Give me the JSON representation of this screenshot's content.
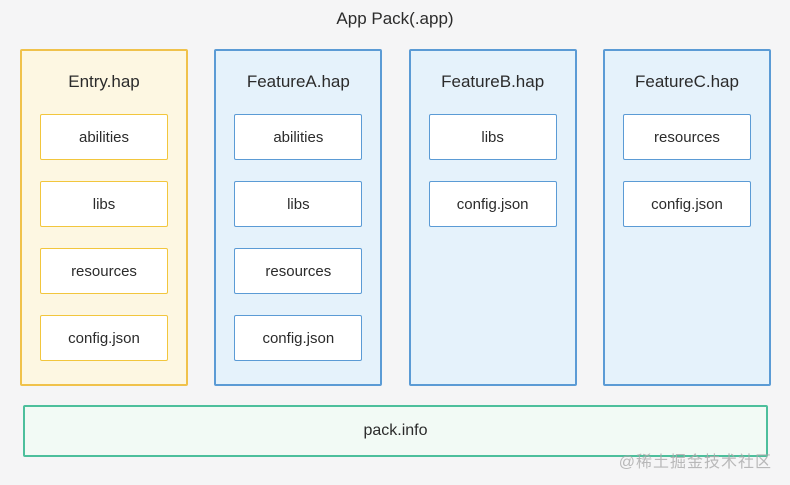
{
  "title": "App Pack(.app)",
  "modules": [
    {
      "name": "Entry.hap",
      "type": "entry",
      "items": [
        "abilities",
        "libs",
        "resources",
        "config.json"
      ]
    },
    {
      "name": "FeatureA.hap",
      "type": "feature",
      "items": [
        "abilities",
        "libs",
        "resources",
        "config.json"
      ]
    },
    {
      "name": "FeatureB.hap",
      "type": "feature",
      "items": [
        "libs",
        "config.json"
      ]
    },
    {
      "name": "FeatureC.hap",
      "type": "feature",
      "items": [
        "resources",
        "config.json"
      ]
    }
  ],
  "footer": {
    "label": "pack.info"
  },
  "watermark": "@稀土掘金技术社区",
  "colors": {
    "page_bg": "#f5f5f6",
    "entry_border": "#f0c24b",
    "entry_bg": "#fdf7e2",
    "entry_item_border": "#f2c63d",
    "feature_border": "#5b9bd5",
    "feature_bg": "#e5f2fb",
    "item_bg": "#ffffff",
    "pack_border": "#4dbf9c",
    "pack_bg": "#f2faf5",
    "text": "#2b2b2b",
    "watermark": "#aaaaaa"
  }
}
